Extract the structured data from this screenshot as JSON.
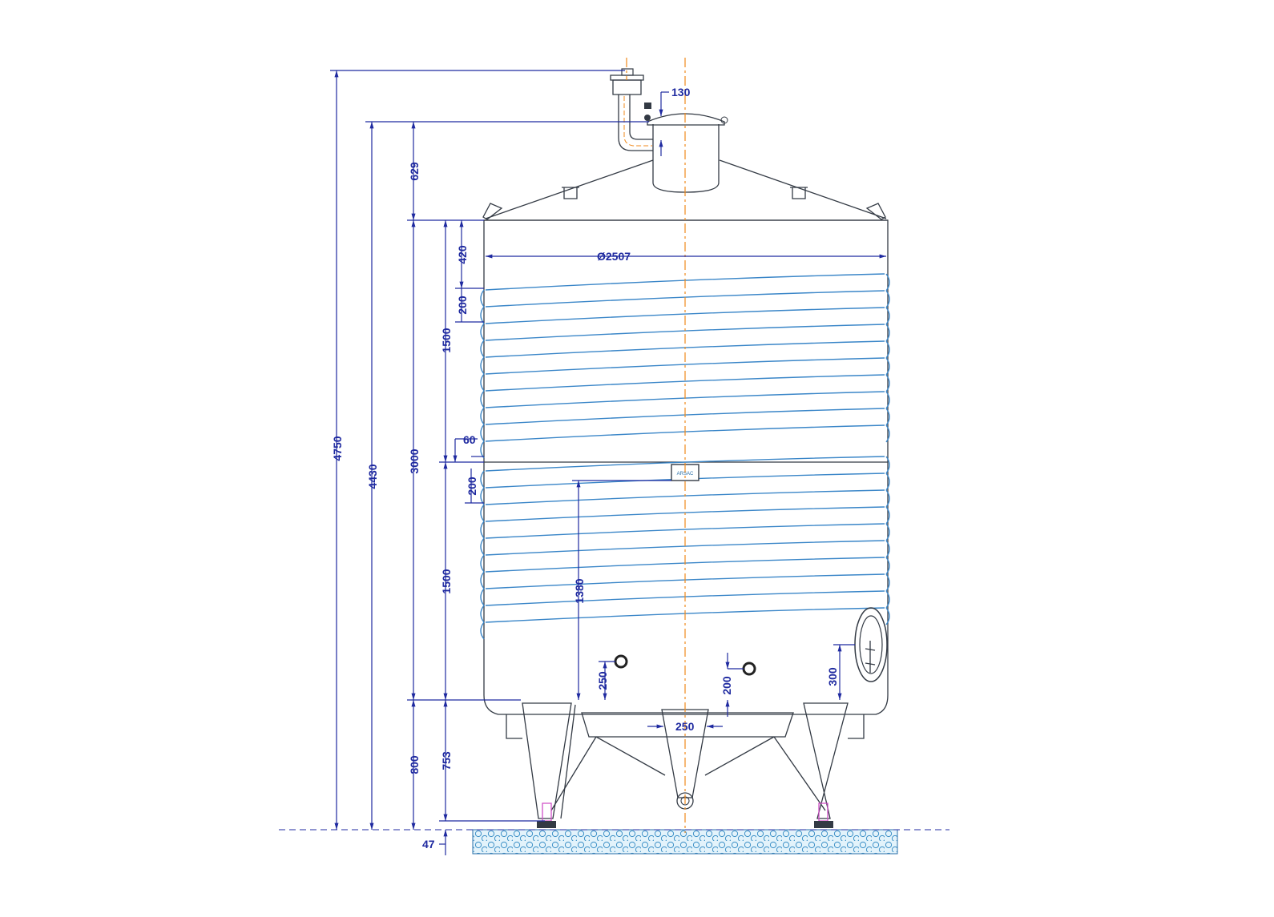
{
  "drawing": {
    "dimensions": {
      "total_height": "4750",
      "height_to_manway": "4430",
      "roof_height": "629",
      "shell_height": "3000",
      "upper_jacket_zone": "1500",
      "lower_jacket_zone": "1500",
      "top_gap": "420",
      "coil_pitch_upper": "200",
      "coil_pitch_lower": "200",
      "jacket_separation": "60",
      "label_height": "1380",
      "manway_neck": "130",
      "diameter": "Ø2507",
      "outlet_left": "250",
      "outlet_right": "200",
      "door_offset": "300",
      "leg_height": "800",
      "leg_inner": "753",
      "drain_width": "250",
      "base_plate": "47"
    },
    "nameplate": "ARSAC",
    "colors": {
      "dimension": "#1f2aa0",
      "outline": "#333a44",
      "coil": "#3a86c8",
      "centerline": "#f08a1c",
      "foot": "#d050c8",
      "concrete": "#a9d8ee"
    }
  }
}
